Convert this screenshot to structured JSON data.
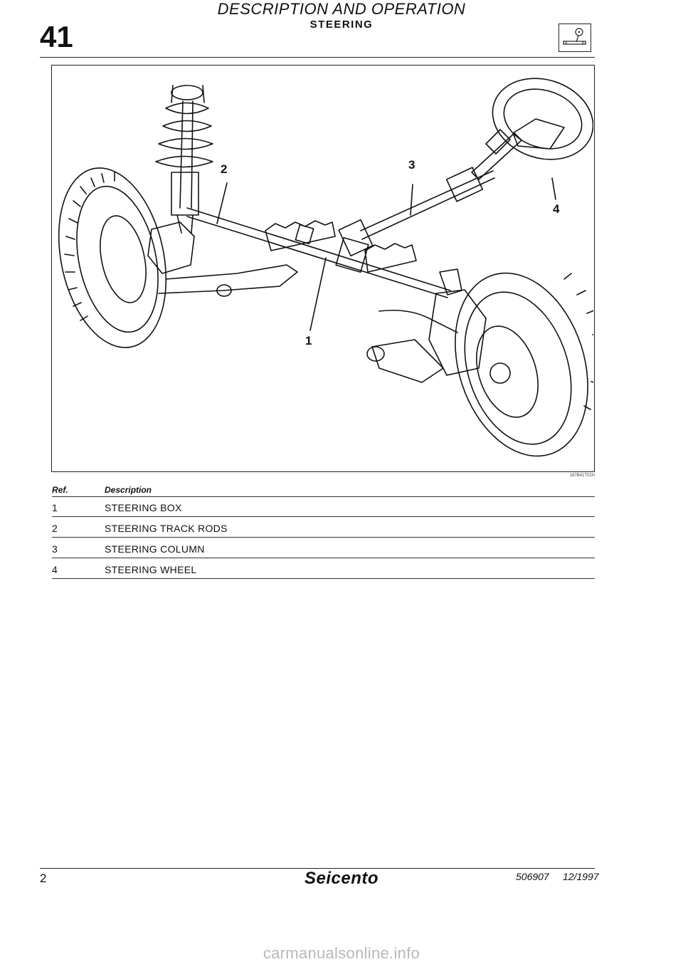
{
  "header": {
    "title": "DESCRIPTION AND OPERATION",
    "subtitle": "STEERING",
    "section_number": "41",
    "section_icon": "steering-system-icon"
  },
  "figure": {
    "code": "187B41T02H",
    "callouts": [
      "1",
      "2",
      "3",
      "4"
    ]
  },
  "table": {
    "headers": {
      "ref": "Ref.",
      "description": "Description"
    },
    "rows": [
      {
        "ref": "1",
        "description": "STEERING BOX"
      },
      {
        "ref": "2",
        "description": "STEERING TRACK RODS"
      },
      {
        "ref": "3",
        "description": "STEERING COLUMN"
      },
      {
        "ref": "4",
        "description": "STEERING WHEEL"
      }
    ]
  },
  "footer": {
    "page": "2",
    "brand": "Seicento",
    "doc_number": "506907",
    "date": "12/1997"
  },
  "watermark": "carmanualsonline.info"
}
